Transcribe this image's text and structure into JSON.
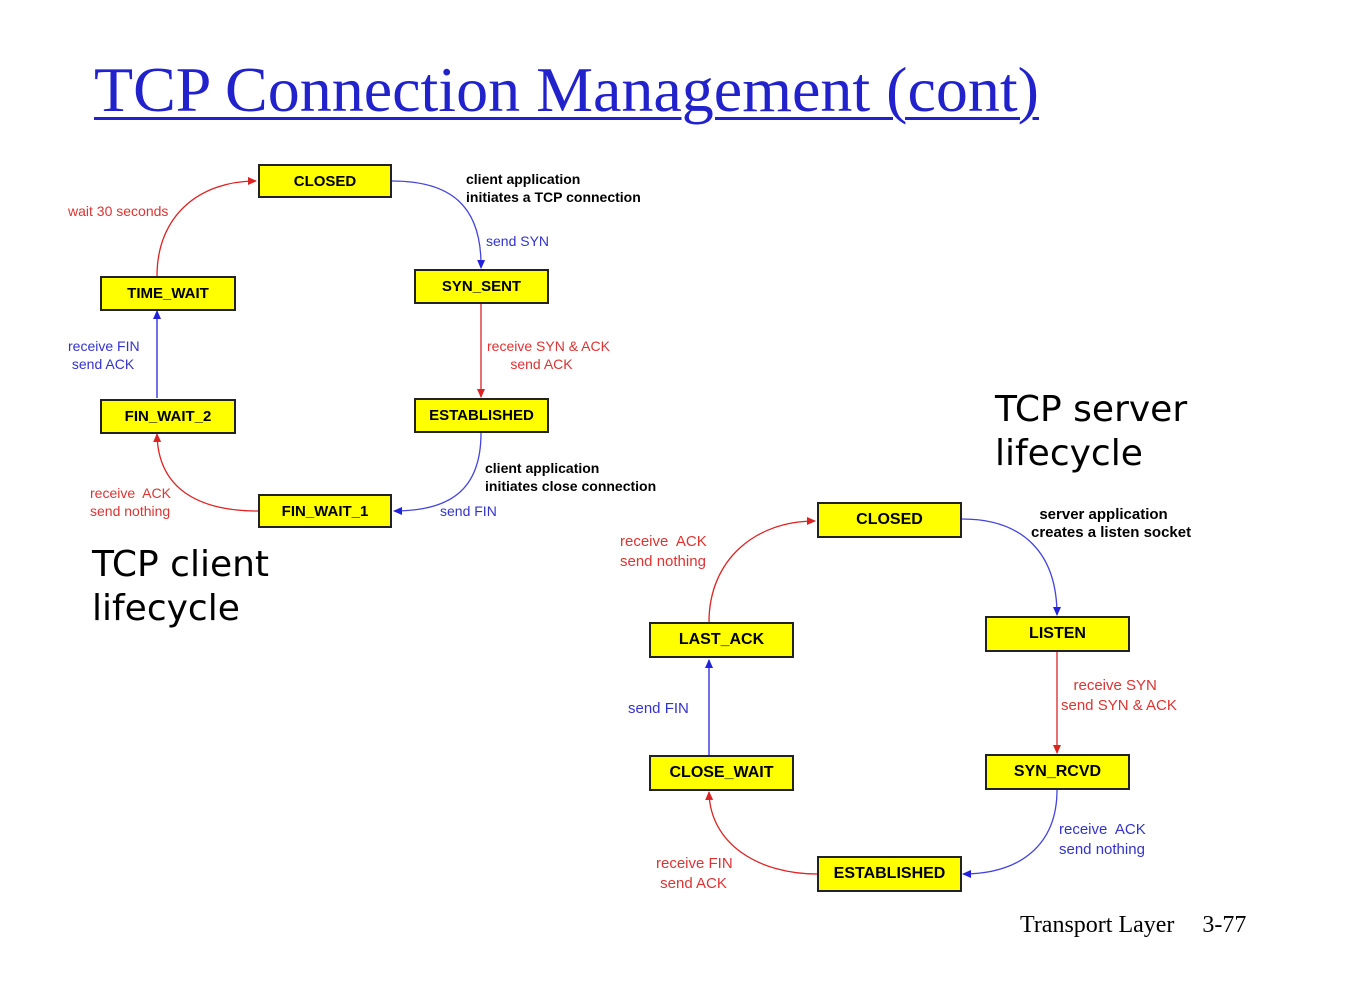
{
  "title": "TCP Connection Management (cont)",
  "client": {
    "caption": "TCP client\nlifecycle",
    "states": {
      "closed": "CLOSED",
      "syn_sent": "SYN_SENT",
      "established": "ESTABLISHED",
      "fin_wait_1": "FIN_WAIT_1",
      "fin_wait_2": "FIN_WAIT_2",
      "time_wait": "TIME_WAIT"
    },
    "labels": {
      "initiate": "client application\ninitiates a TCP connection",
      "send_syn": "send SYN",
      "recv_synack": "receive SYN & ACK\n      send ACK",
      "initiate_close": "client application\ninitiates close connection",
      "send_fin": "send FIN",
      "recv_ack": "receive  ACK\nsend nothing",
      "recv_fin": "receive FIN\n send ACK",
      "wait30": "wait 30 seconds"
    }
  },
  "server": {
    "caption": "TCP server\nlifecycle",
    "states": {
      "closed": "CLOSED",
      "listen": "LISTEN",
      "syn_rcvd": "SYN_RCVD",
      "established": "ESTABLISHED",
      "close_wait": "CLOSE_WAIT",
      "last_ack": "LAST_ACK"
    },
    "labels": {
      "listen_socket": "  server application\ncreates a listen socket",
      "recv_syn": "   receive SYN\nsend SYN & ACK",
      "recv_ack": "receive  ACK\nsend nothing",
      "recv_fin": "receive FIN\n send ACK",
      "send_fin": "send FIN",
      "recv_ack2": "receive  ACK\nsend nothing"
    }
  },
  "colors": {
    "title": "#2222cc",
    "state_fill": "#ffff00",
    "red": "#dd3333",
    "blue": "#3333cc"
  },
  "footer": {
    "chapter": "Transport Layer",
    "page": "3-77"
  }
}
